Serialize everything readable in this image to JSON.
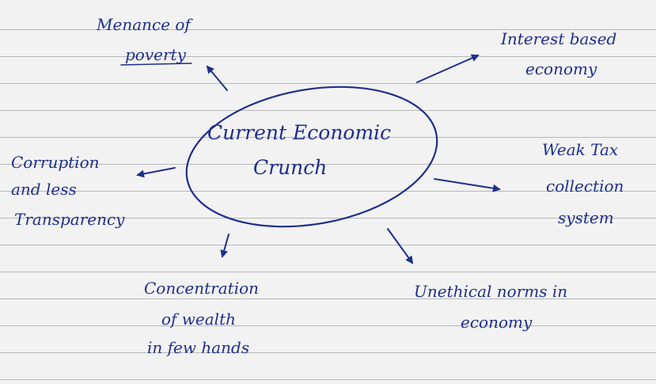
{
  "center": {
    "line1": "Current Economic",
    "line2": "Crunch"
  },
  "nodes": {
    "menance_of_poverty": {
      "line1": "Menance of",
      "line2": "poverty"
    },
    "interest_based_economy": {
      "line1": "Interest based",
      "line2": "economy"
    },
    "weak_tax_collection_system": {
      "line1": "Weak Tax",
      "line2": "collection",
      "line3": "system"
    },
    "unethical_norms_in_economy": {
      "line1": "Unethical norms in",
      "line2": "economy"
    },
    "concentration_of_wealth": {
      "line1": "Concentration",
      "line2": "of wealth",
      "line3": "in few hands"
    },
    "corruption_and_less_transparency": {
      "line1": "Corruption",
      "line2": "and less",
      "line3": "Transparency"
    }
  },
  "colors": {
    "ink": "#1d2f8c",
    "paper": "#f2f2f2",
    "ruling": "#b8b8b8"
  }
}
